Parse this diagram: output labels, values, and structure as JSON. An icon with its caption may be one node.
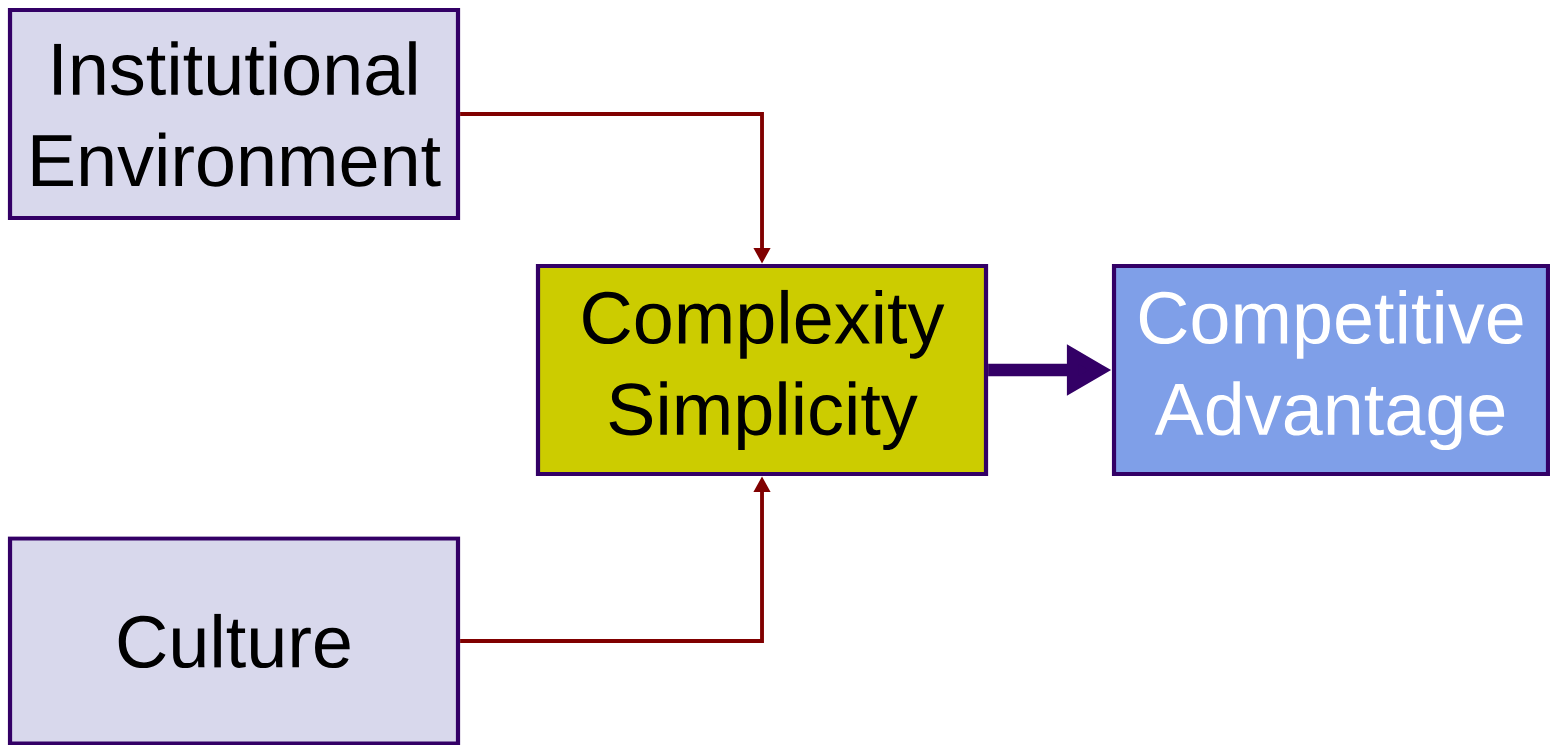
{
  "diagram": {
    "nodes": [
      {
        "text": [
          "Institutional Environment"
        ]
      },
      {
        "text": [
          "Culture"
        ]
      },
      {
        "text": [
          "Complexity Simplicity"
        ]
      },
      {
        "text": [
          "Competitive Advantage"
        ]
      }
    ],
    "edges": [
      {
        "from": 0,
        "to": 2,
        "arrow": "to",
        "color": "#800000"
      },
      {
        "from": 1,
        "to": 2,
        "arrow": "to",
        "color": "#800000"
      },
      {
        "from": 2,
        "to": 3,
        "arrow": "to",
        "style": "thick",
        "color": "#330066"
      }
    ]
  }
}
